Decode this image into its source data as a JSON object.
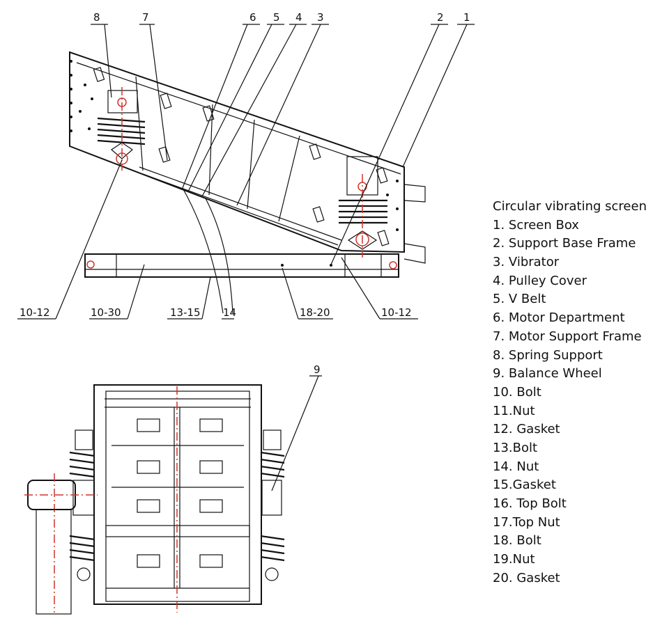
{
  "callouts": {
    "c8": "8",
    "c7": "7",
    "c6": "6",
    "c5": "5",
    "c4": "4",
    "c3": "3",
    "c2": "2",
    "c1": "1",
    "c9": "9",
    "c10_12_left": "10-12",
    "c10_30": "10-30",
    "c13_15": "13-15",
    "c14": "14",
    "c18_20": "18-20",
    "c10_12_right": "10-12"
  },
  "legend": {
    "title": "Circular vibrating screen",
    "items": [
      "1. Screen Box",
      "2. Support Base Frame",
      "3. Vibrator",
      "4. Pulley Cover",
      "5. V Belt",
      "6. Motor Department",
      "7. Motor Support Frame",
      "8. Spring Support",
      "9. Balance Wheel",
      "10. Bolt",
      "11.Nut",
      "12. Gasket",
      "13.Bolt",
      "14. Nut",
      "15.Gasket",
      "16. Top Bolt",
      "17.Top Nut",
      "18. Bolt",
      "19.Nut",
      "20. Gasket"
    ]
  },
  "colors": {
    "line": "#111111",
    "centerline": "#d0322a",
    "background": "#ffffff"
  }
}
